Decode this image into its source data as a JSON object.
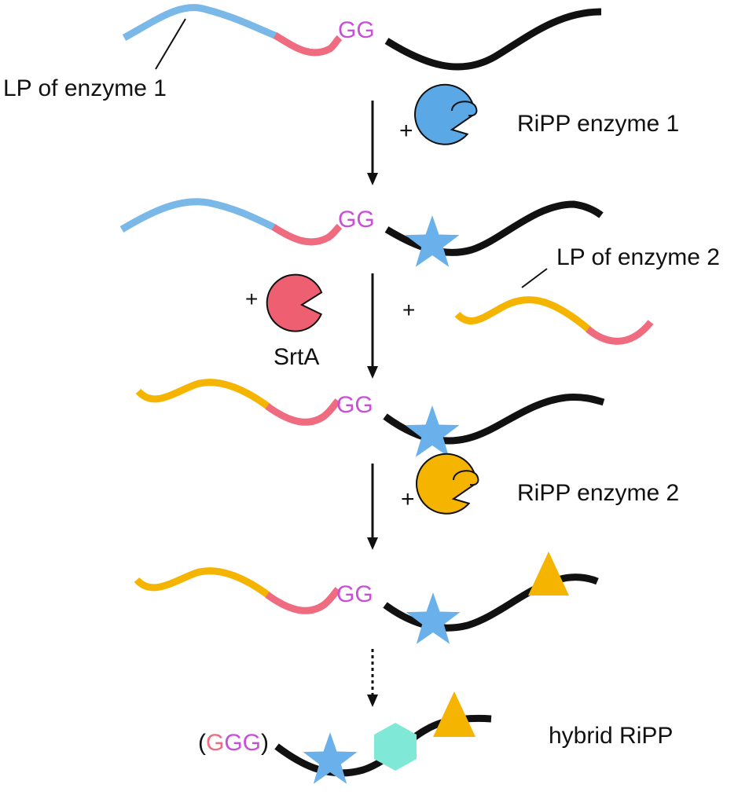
{
  "labels": {
    "lp_enzyme_1": "LP of enzyme 1",
    "lp_enzyme_2": "LP of enzyme 2",
    "ripp_enzyme_1": "RiPP enzyme 1",
    "ripp_enzyme_2": "RiPP enzyme 2",
    "srta": "SrtA",
    "hybrid_ripp": "hybrid RiPP",
    "plus": "+",
    "gg": "GG",
    "paren_open": "(",
    "paren_close": ")",
    "ggg_first": "G",
    "ggg_rest": "GG"
  },
  "colors": {
    "leader_peptide_1": "#7ab8e8",
    "leader_peptide_2": "#f4b400",
    "recognition_linker": "#ee6b80",
    "core_peptide": "#111111",
    "gg_text": "#c84fd8",
    "enzyme_1": "#5aa8e6",
    "enzyme_2": "#f4b400",
    "srta": "#ee5f72",
    "star_modification": "#6ab0ea",
    "triangle_modification": "#f4b400",
    "hexagon_modification": "#7fe8d6"
  }
}
